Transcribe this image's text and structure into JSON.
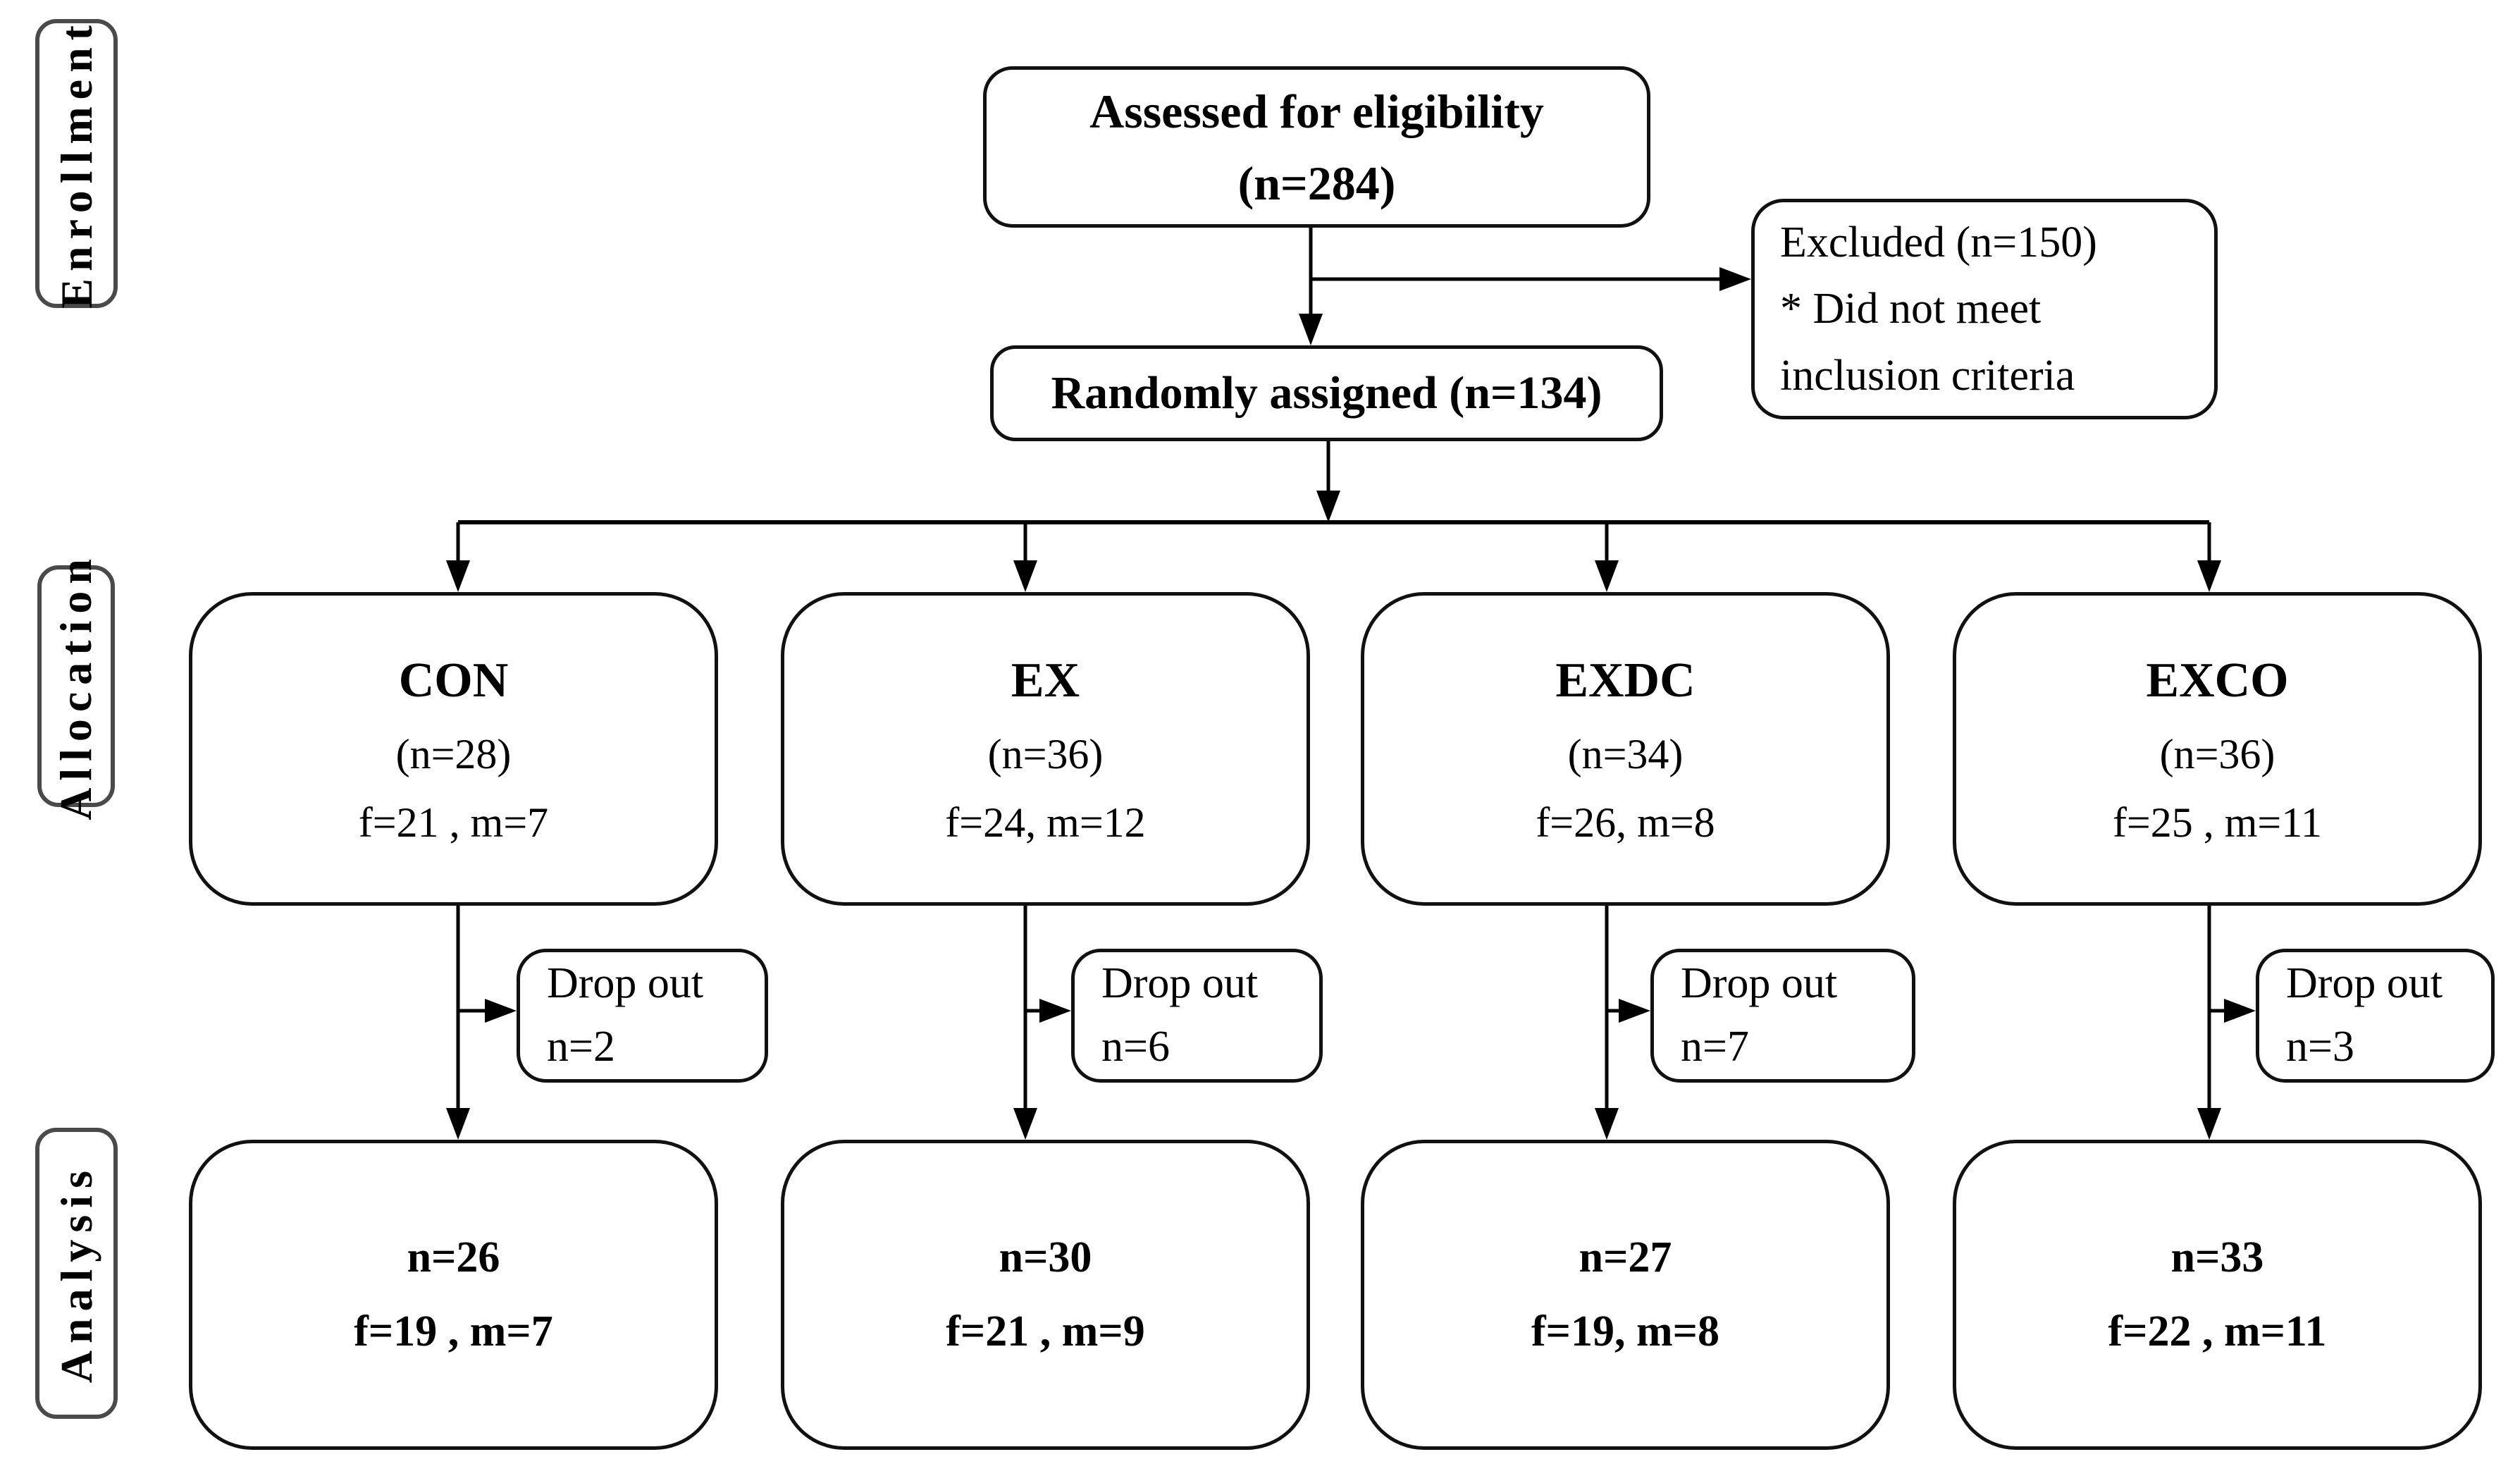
{
  "stages": [
    {
      "label": "Enrollment"
    },
    {
      "label": "Allocation"
    },
    {
      "label": "Analysis"
    }
  ],
  "assessed": {
    "title": "Assessed for eligibility",
    "n": "(n=284)"
  },
  "excluded": {
    "lines": [
      "Excluded (n=150)",
      "* Did not meet",
      "inclusion criteria"
    ]
  },
  "randomized": {
    "label": "Randomly assigned (n=134)"
  },
  "groups": [
    {
      "name": "CON",
      "n": "(n=28)",
      "sex": "f=21 , m=7",
      "dropout": {
        "label": "Drop out",
        "n": "n=2"
      },
      "analysis": {
        "n": "n=26",
        "sex": "f=19 , m=7"
      }
    },
    {
      "name": "EX",
      "n": "(n=36)",
      "sex": "f=24, m=12",
      "dropout": {
        "label": "Drop out",
        "n": "n=6"
      },
      "analysis": {
        "n": "n=30",
        "sex": "f=21 , m=9"
      }
    },
    {
      "name": "EXDC",
      "n": "(n=34)",
      "sex": "f=26, m=8",
      "dropout": {
        "label": "Drop out",
        "n": "n=7"
      },
      "analysis": {
        "n": "n=27",
        "sex": "f=19, m=8"
      }
    },
    {
      "name": "EXCO",
      "n": "(n=36)",
      "sex": "f=25 , m=11",
      "dropout": {
        "label": "Drop out",
        "n": "n=3"
      },
      "analysis": {
        "n": "n=33",
        "sex": "f=22 , m=11"
      }
    }
  ],
  "colors": {
    "line": "#000000",
    "box_border": "#111111",
    "label_border": "#4a4a4a",
    "background": "#ffffff",
    "text": "#000000"
  }
}
